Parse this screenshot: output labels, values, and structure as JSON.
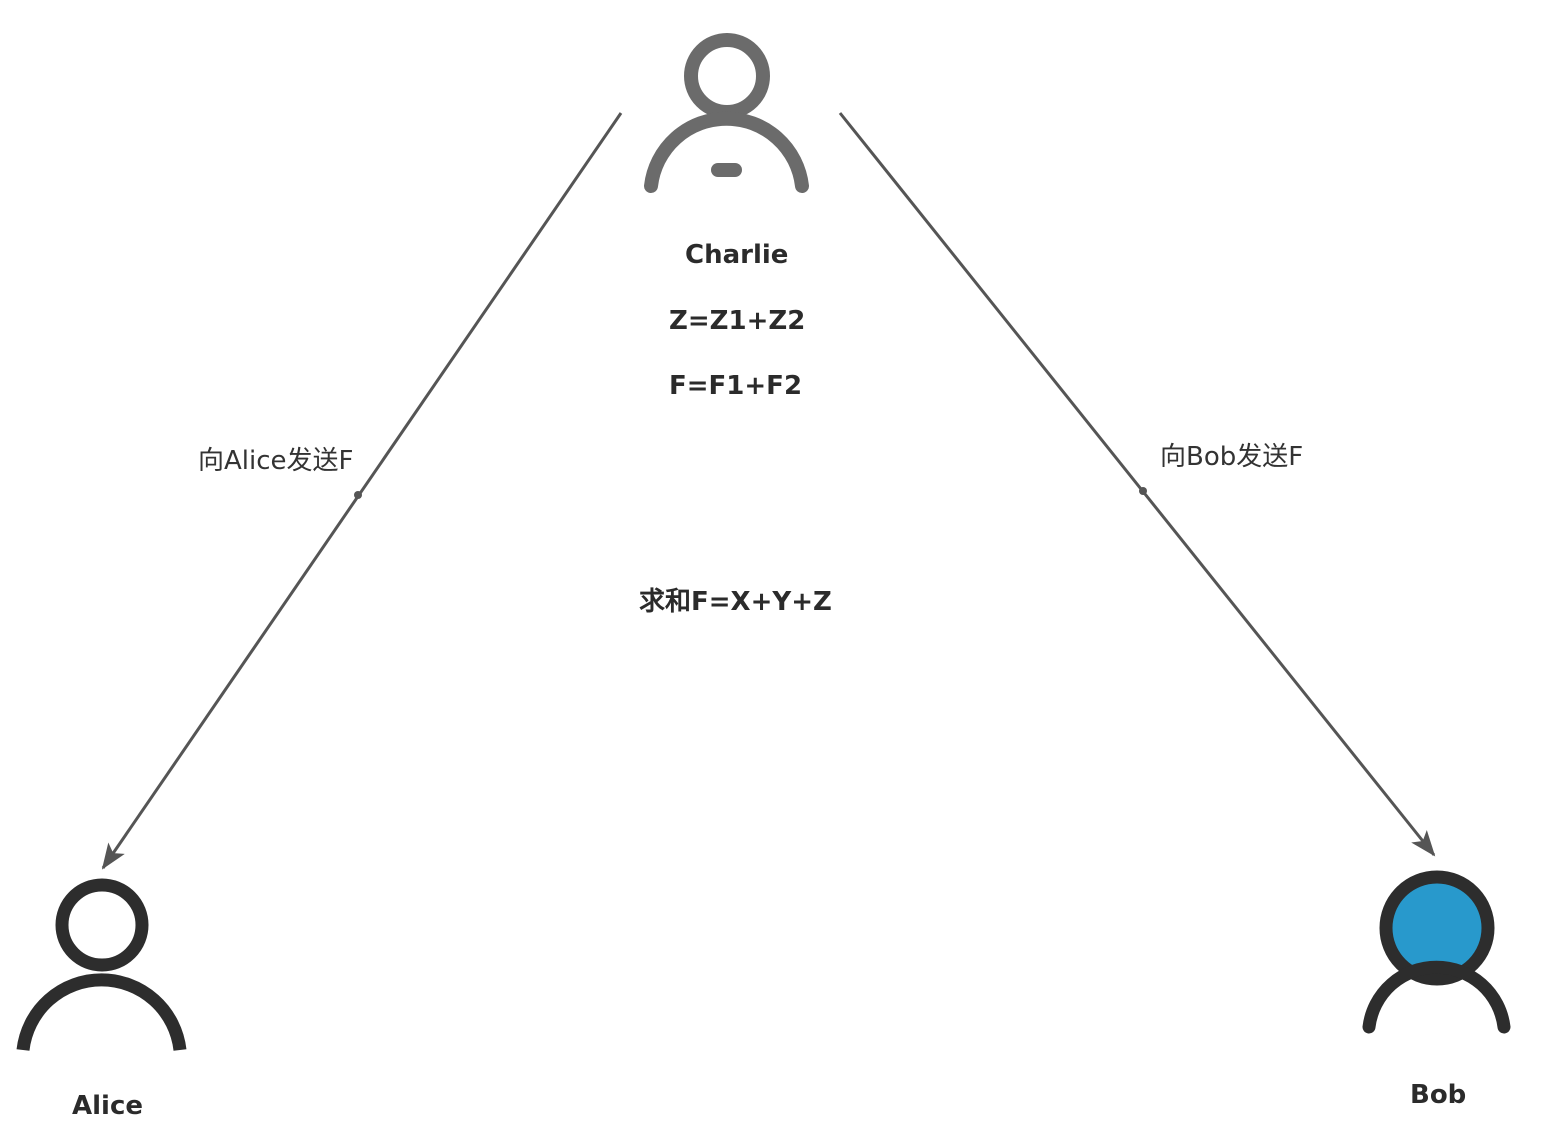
{
  "nodes": {
    "charlie": {
      "name": "Charlie",
      "icon": "user-outline-icon",
      "color": "#6b6b6b",
      "lines": [
        "Z=Z1+Z2",
        "F=F1+F2"
      ]
    },
    "alice": {
      "name": "Alice",
      "icon": "user-outline-icon",
      "color": "#2d2d2d"
    },
    "bob": {
      "name": "Bob",
      "icon": "user-filled-icon",
      "color": "#2d2d2d",
      "fill": "#2899cc"
    }
  },
  "center_text": "求和F=X+Y+Z",
  "edges": [
    {
      "from": "Charlie",
      "to": "Alice",
      "label": "向Alice发送F"
    },
    {
      "from": "Charlie",
      "to": "Bob",
      "label": "向Bob发送F"
    }
  ],
  "colors": {
    "edge": "#555555"
  }
}
